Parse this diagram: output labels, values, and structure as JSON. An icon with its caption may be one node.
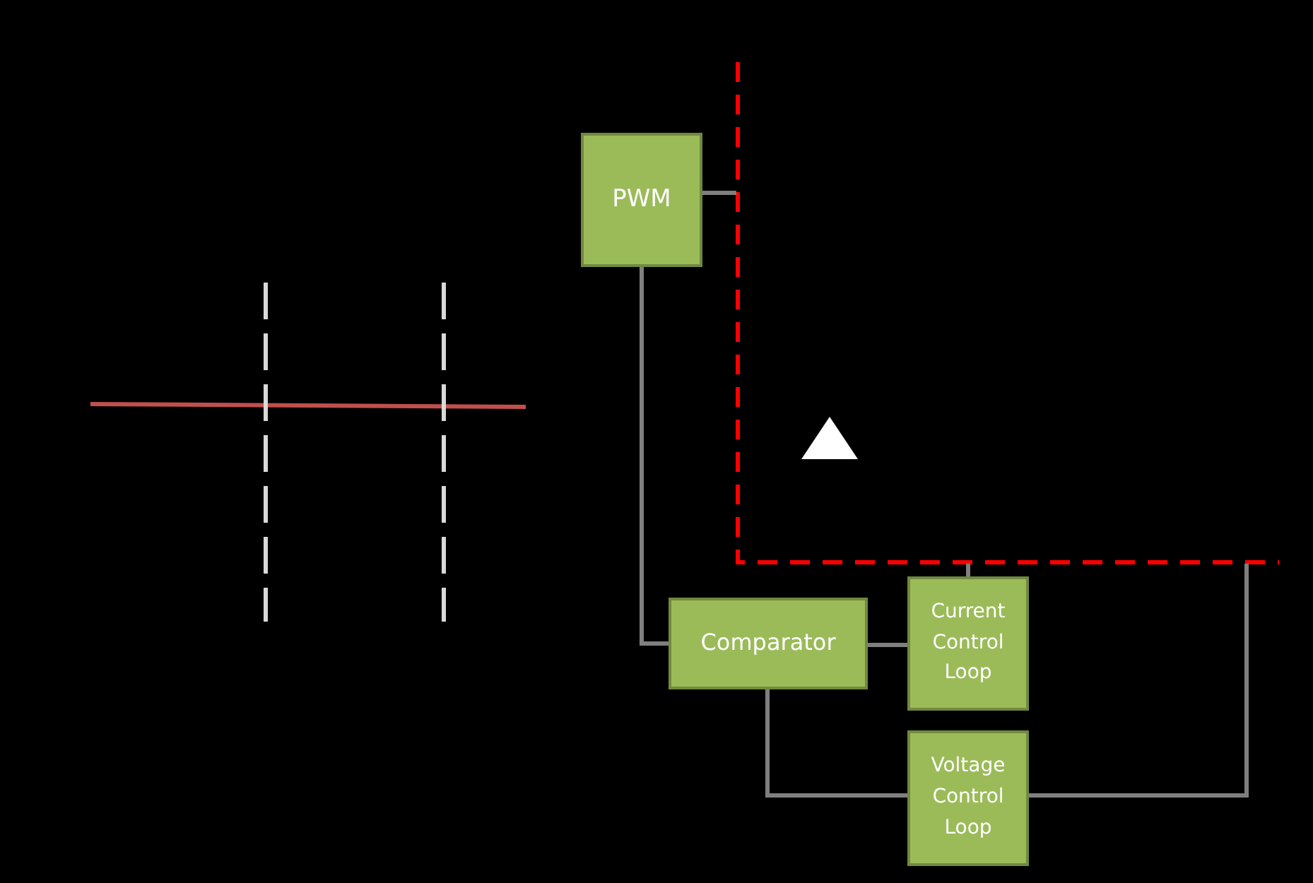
{
  "diagram": {
    "nodes": [
      {
        "text": [
          "PWM"
        ]
      },
      {
        "text": [
          "Comparator"
        ]
      },
      {
        "text": [
          "Current Control Loop"
        ]
      },
      {
        "text": [
          "Voltage Control Loop"
        ]
      }
    ],
    "edges": [
      {
        "from": 0,
        "to": 1,
        "arrow": "none"
      },
      {
        "from": 1,
        "to": 2,
        "arrow": "none"
      },
      {
        "from": 1,
        "to": 3,
        "arrow": "none"
      },
      {
        "from": 0,
        "to": null,
        "arrow": "none"
      },
      {
        "from": 2,
        "to": null,
        "arrow": "none"
      },
      {
        "from": 3,
        "to": null,
        "arrow": "none"
      }
    ]
  }
}
